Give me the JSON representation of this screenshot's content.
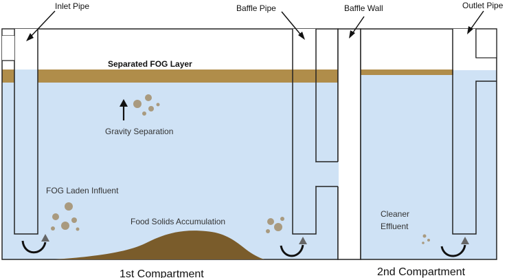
{
  "labels": {
    "inlet_pipe": "Inlet Pipe",
    "baffle_pipe": "Baffle Pipe",
    "baffle_wall": "Baffle Wall",
    "outlet_pipe": "Outlet Pipe",
    "fog_layer": "Separated FOG Layer",
    "gravity_separation": "Gravity Separation",
    "fog_laden_influent": "FOG Laden Influent",
    "food_solids": "Food Solids Accumulation",
    "cleaner": "Cleaner",
    "effluent": "Effluent",
    "compartment_1": "1st Compartment",
    "compartment_2": "2nd Compartment"
  },
  "colors": {
    "water": "#cfe2f5",
    "fog": "#b08d4a",
    "solids": "#7a5c2b",
    "particles": "#a99a7f",
    "outline": "#222222"
  }
}
